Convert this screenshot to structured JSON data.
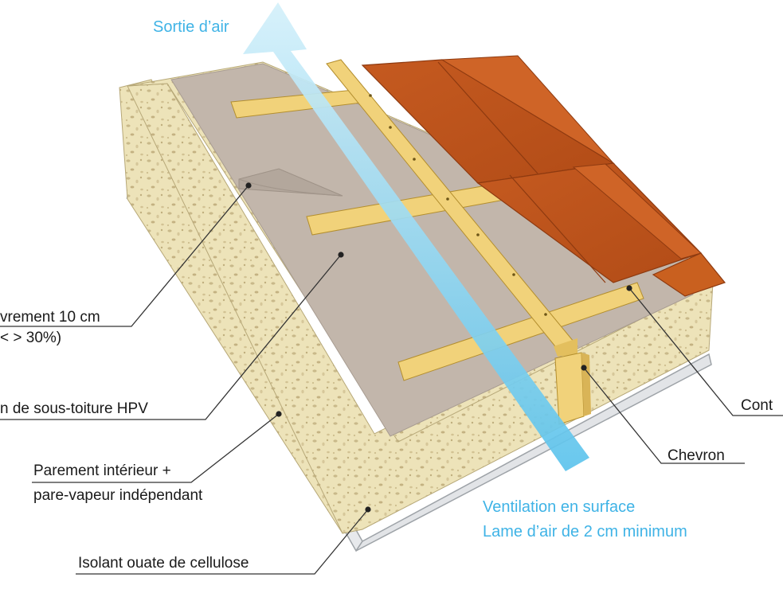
{
  "airflow": {
    "outlet_label": "Sortie d’air",
    "ventilation_line1": "Ventilation en surface",
    "ventilation_line2": "Lame d’air de 2 cm minimum"
  },
  "callouts": {
    "overlap_line1": "vrement 10 cm",
    "overlap_line2": "< > 30%)",
    "membrane": "n de sous-toiture HPV",
    "lining_line1": "Parement intérieur +",
    "lining_line2": "pare-vapeur indépendant",
    "insulation": "Isolant ouate de cellulose",
    "rafter": "Chevron",
    "counter_batten": "Cont"
  },
  "colors": {
    "insulation": "#ede3b9",
    "membrane": "#c2b6ab",
    "batten": "#f1d27a",
    "tile": "#c55a20",
    "air_arrow": "#7fd0ee",
    "label_blue": "#3fb3e6"
  }
}
